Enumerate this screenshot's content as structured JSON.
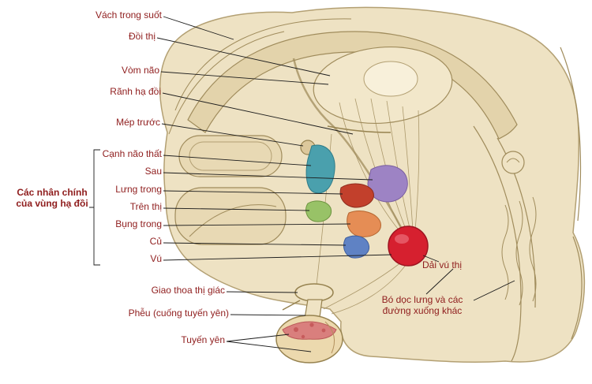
{
  "diagram": {
    "type": "anatomy",
    "subject": "Sagittal section of the brain showing the hypothalamus and its principal nuclei with Vietnamese labels",
    "language": "Vietnamese",
    "group_label": "Các nhân chính của vùng hạ đồi",
    "labels": {
      "septum_pellucidum": "Vách trong suốt",
      "thalamus": "Đồi thị",
      "fornix": "Vòm não",
      "hypothalamic_sulcus": "Rãnh hạ đồi",
      "anterior_commissure": "Mép trước",
      "paraventricular": "Cạnh não thất",
      "posterior": "Sau",
      "dorsomedial": "Lưng trong",
      "supraoptic": "Trên thị",
      "ventromedial": "Bụng trong",
      "tuberal": "Củ",
      "mammillary": "Vú",
      "optic_chiasm": "Giao thoa thị giác",
      "infundibulum": "Phễu (cuống tuyến yên)",
      "pituitary": "Tuyến yên",
      "mammillothalamic_tract": "Dải vú thị",
      "dorsal_longitudinal_fasciculus": "Bó dọc lưng và các đường xuống khác"
    }
  },
  "colors": {
    "label_text": "#8f1d1d",
    "pointer_line": "#1c1c1c",
    "tissue": "#eee2c3",
    "tissue_dark": "#e3d3ab",
    "nucleus_paraventricular": "#4aa0ad",
    "nucleus_posterior": "#9d83c4",
    "nucleus_dorsomedial": "#c2402c",
    "nucleus_supraoptic": "#98c267",
    "nucleus_ventromedial": "#e58d55",
    "nucleus_tuberal": "#5f82c4",
    "mammillary_body": "#d6202f",
    "pituitary_anterior": "#d97b7b"
  }
}
